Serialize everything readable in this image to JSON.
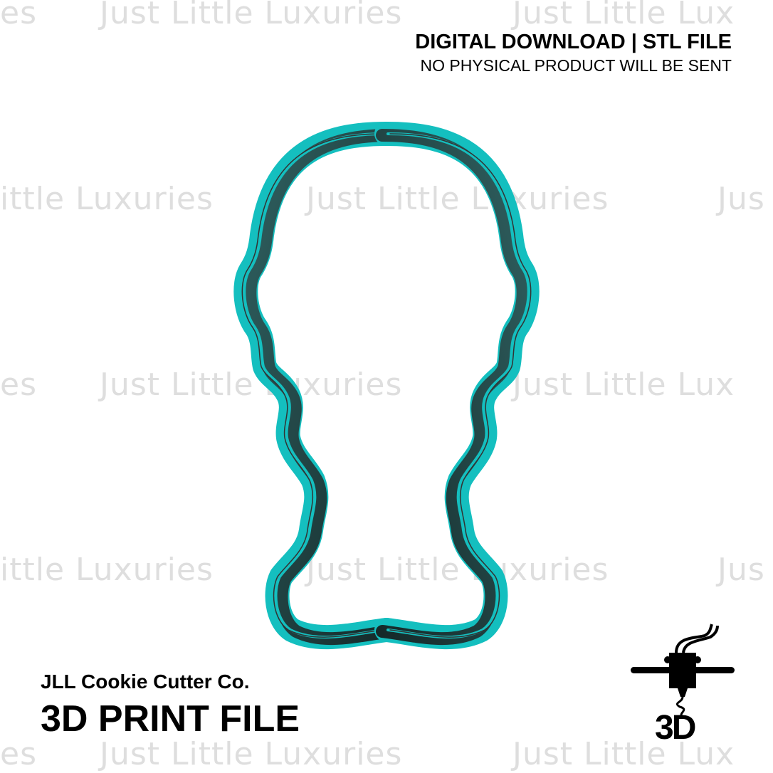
{
  "watermark": "Just Little Luxuries",
  "header": {
    "line1": "DIGITAL DOWNLOAD | STL FILE",
    "line2": "NO PHYSICAL PRODUCT WILL BE SENT"
  },
  "footer": {
    "brand": "JLL Cookie Cutter Co.",
    "title": "3D PRINT FILE",
    "logo_text": "3D"
  },
  "colors": {
    "cutter": "#14bfbf",
    "cutter_dark": "#1f3b3b",
    "watermark": "#dedede"
  }
}
